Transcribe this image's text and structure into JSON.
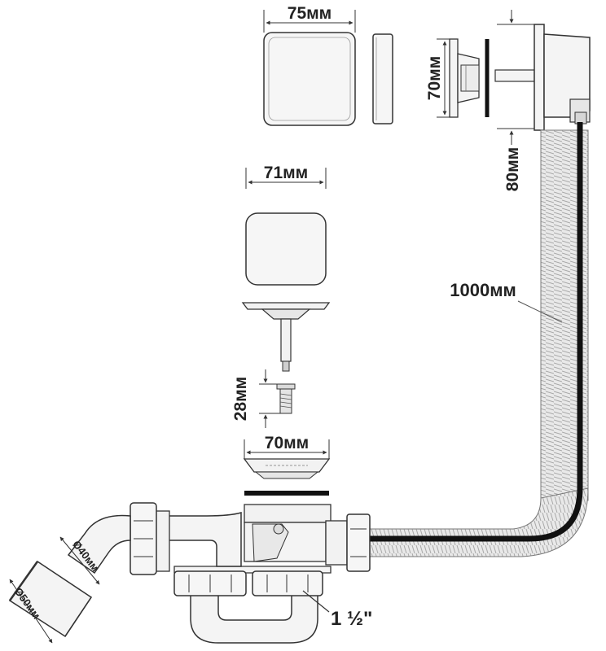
{
  "labels": {
    "overflow_cap_width": "75мм",
    "overflow_height": "70мм",
    "overflow_depth": "80мм",
    "plug_cap_width": "71мм",
    "hose_length": "1000мм",
    "screw_length": "28мм",
    "drain_flange_width": "70мм",
    "outlet_inner_diameter": "Ø40мм",
    "outlet_outer_diameter": "Ø50мм",
    "thread_size": "1 ½\""
  },
  "colors": {
    "line": "#333333",
    "metal": "#f4f4f4",
    "hose_fill": "#e6e6e6",
    "hose_rib": "#b9b9b9",
    "cable": "#111111"
  }
}
